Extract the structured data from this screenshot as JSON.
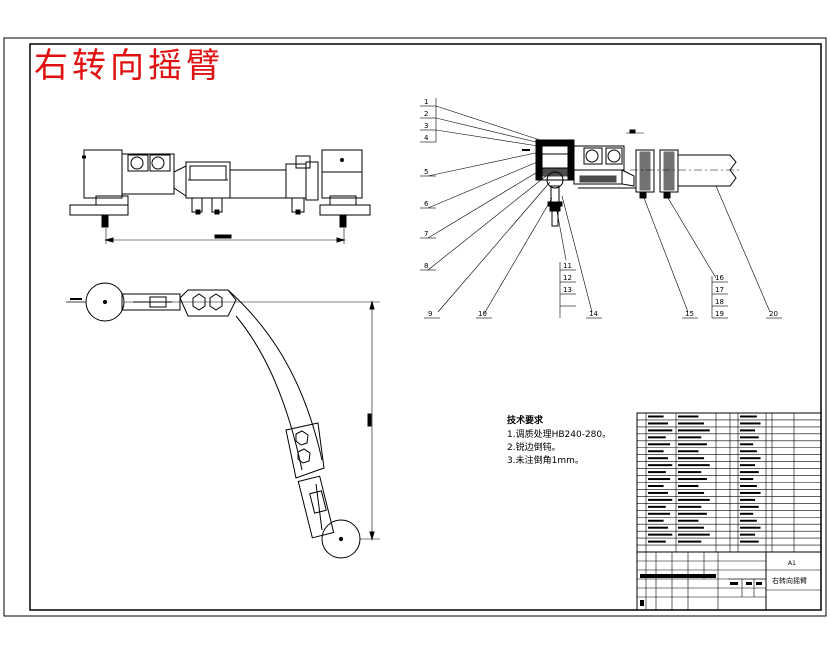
{
  "title": "右转向摇臂",
  "tech_requirements": {
    "heading": "技术要求",
    "items": [
      "1.调质处理HB240-280。",
      "2.锐边倒钝。",
      "3.未注倒角1mm。"
    ]
  },
  "part_labels": [
    "1",
    "2",
    "3",
    "4",
    "5",
    "6",
    "7",
    "8",
    "9",
    "10",
    "11",
    "12",
    "13",
    "14",
    "15",
    "16",
    "17",
    "18",
    "19",
    "20"
  ],
  "title_block": {
    "name": "右转向摇臂",
    "material_code": "A1"
  },
  "colors": {
    "title": "#e01010",
    "lines": "#000000"
  }
}
